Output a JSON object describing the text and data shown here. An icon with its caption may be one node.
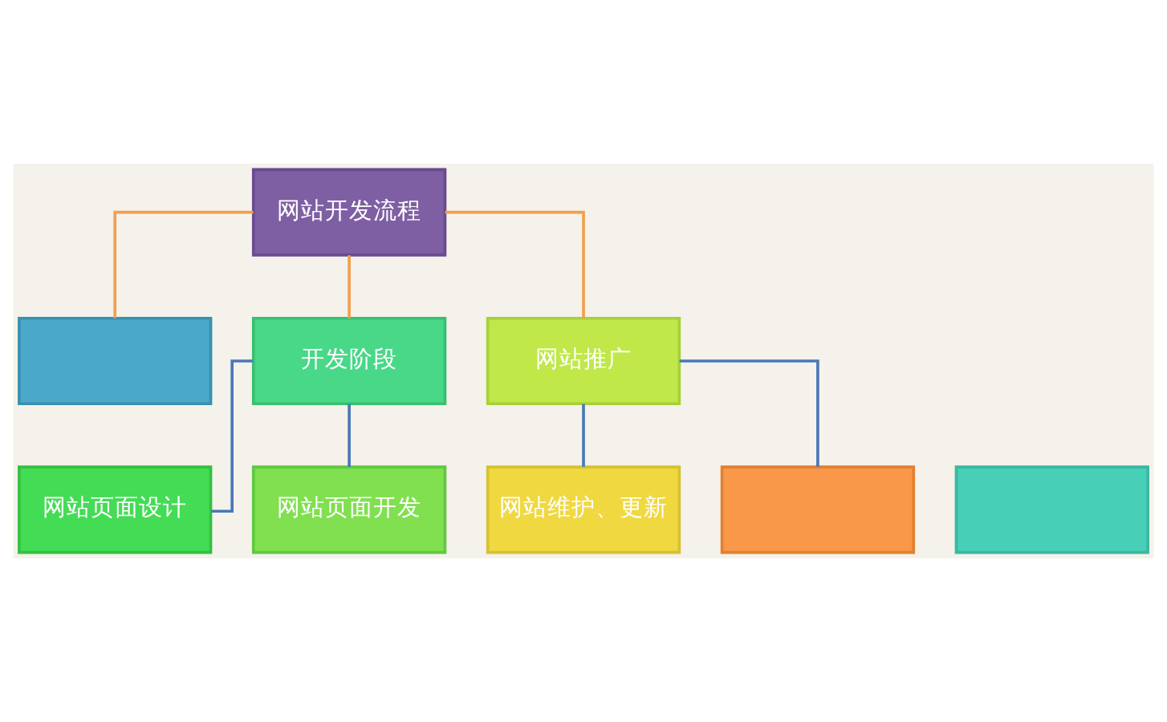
{
  "diagram": {
    "nodes": [
      {
        "text": [
          "网站开发流程"
        ]
      },
      {
        "text": [],
        "shape": "box"
      },
      {
        "text": [],
        "shape": "box"
      },
      {
        "text": [
          "开发阶段"
        ]
      },
      {
        "text": [
          "网站页面设计"
        ]
      },
      {
        "text": [
          "网站页面开发"
        ]
      },
      {
        "text": [
          "网站推广"
        ]
      },
      {
        "text": [
          "网站维护、更新"
        ]
      },
      {
        "text": [],
        "shape": "box"
      }
    ],
    "edges": [
      {
        "from": 0,
        "to": 1,
        "arrow": "none",
        "color": "#f0a050"
      },
      {
        "from": 0,
        "to": 3,
        "arrow": "none",
        "color": "#f0a050"
      },
      {
        "from": 0,
        "to": 6,
        "arrow": "none",
        "color": "#f0a050"
      },
      {
        "from": 3,
        "to": 4,
        "arrow": "none"
      },
      {
        "from": 3,
        "to": 5,
        "arrow": "none"
      },
      {
        "from": 6,
        "to": 7,
        "arrow": "none"
      },
      {
        "from": 6,
        "to": 8,
        "arrow": "none"
      }
    ]
  }
}
